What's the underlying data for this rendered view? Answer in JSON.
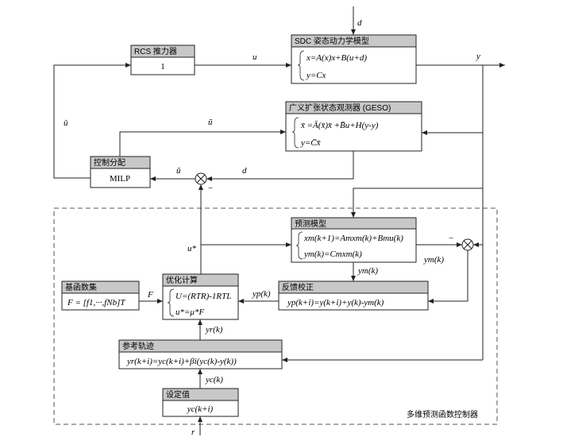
{
  "blocks": {
    "rcs": {
      "title": "RCS 推力器",
      "body": "1"
    },
    "sdc": {
      "title": "SDC 姿态动力学模型",
      "eq1": "x=A(x)x+B(u+d)",
      "eq2": "y=Cx"
    },
    "geso": {
      "title": "广义扩张状态观测器 (GESO)",
      "eq1": "x̄ =Ā(x̄)x̄ +B̄u+H(y-y)",
      "eq2": "y=C̄x̄"
    },
    "alloc": {
      "title": "控制分配",
      "body": "MILP"
    },
    "predict": {
      "title": "预测模型",
      "eq1": "xm(k+1)=Amxm(k)+Bmu(k)",
      "eq2": "ym(k)=Cmxm(k)"
    },
    "basis": {
      "title": "基函数集",
      "body": "F = [f1,···,fNb]T"
    },
    "optim": {
      "title": "优化计算",
      "eq1": "U=(RTR)-1RTL",
      "eq2": "u*=μ*F"
    },
    "feedback": {
      "title": "反馈校正",
      "body": "yp(k+i)=y(k+i)+y(k)-ym(k)"
    },
    "reference": {
      "title": "参考轨迹",
      "body": "yr(k+i)=yc(k+i)+βi(yc(k)-y(k))"
    },
    "setpoint": {
      "title": "设定值",
      "body": "yc(k+i)"
    }
  },
  "signals": {
    "d_top": "d",
    "u": "u",
    "y": "y",
    "u_hat": "û",
    "u_tilde": "ũ",
    "u_bar": "ū",
    "d_mid": "d",
    "minus1": "−",
    "u_star": "u*",
    "minus2": "−",
    "ym_out": "ym(k)",
    "ym_down": "ym(k)",
    "F": "F",
    "yp": "yp(k)",
    "yr": "yr(k)",
    "yc": "yc(k)",
    "r": "r"
  },
  "region_label": "多维预测函数控制器"
}
